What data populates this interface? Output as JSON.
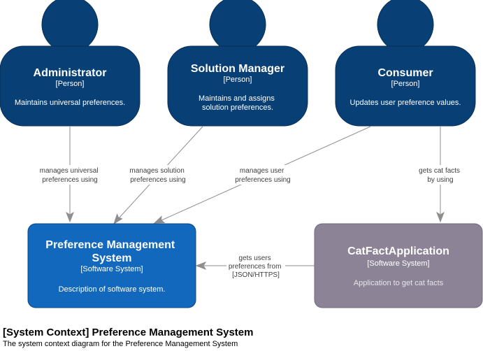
{
  "persons": [
    {
      "name": "Administrator",
      "type": "[Person]",
      "description": [
        "Maintains universal preferences."
      ]
    },
    {
      "name": "Solution Manager",
      "type": "[Person]",
      "description": [
        "Maintains and assigns",
        "solution preferences."
      ]
    },
    {
      "name": "Consumer",
      "type": "[Person]",
      "description": [
        "Updates user preference values."
      ]
    }
  ],
  "systems": [
    {
      "name": [
        "Preference Management",
        "System"
      ],
      "type": "[Software System]",
      "description": [
        "Description of software system."
      ]
    },
    {
      "name": [
        "CatFactApplication"
      ],
      "type": "[Software System]",
      "description": [
        "Application to get cat facts"
      ]
    }
  ],
  "relationships": [
    {
      "label": [
        "manages universal",
        "preferences using"
      ]
    },
    {
      "label": [
        "manages solution",
        "preferences using"
      ]
    },
    {
      "label": [
        "manages user",
        "preferences using"
      ]
    },
    {
      "label": [
        "gets cat facts",
        "by using"
      ]
    },
    {
      "label": [
        "gets users",
        "preferences from",
        "[JSON/HTTPS]"
      ]
    }
  ],
  "colors": {
    "person_fill": "#083f75",
    "person_stroke": "#062f58",
    "system_fill": "#1168bd",
    "system_stroke": "#0b4884",
    "external_fill": "#8c8496",
    "external_stroke": "#736782",
    "edge": "#8e8e8e"
  },
  "caption": {
    "title": "[System Context] Preference Management System",
    "subtitle": "The system context diagram for the Preference Management System"
  }
}
